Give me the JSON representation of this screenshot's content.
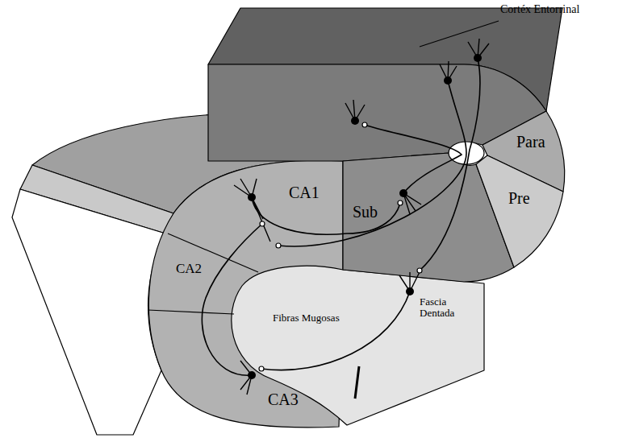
{
  "diagram": {
    "labels": [
      "Cortéx Entorrinal",
      "Para",
      "Pre",
      "CA1",
      "Sub",
      "CA2",
      "CA3",
      "Fibras Mugosas",
      "Fascia Dentada"
    ]
  }
}
